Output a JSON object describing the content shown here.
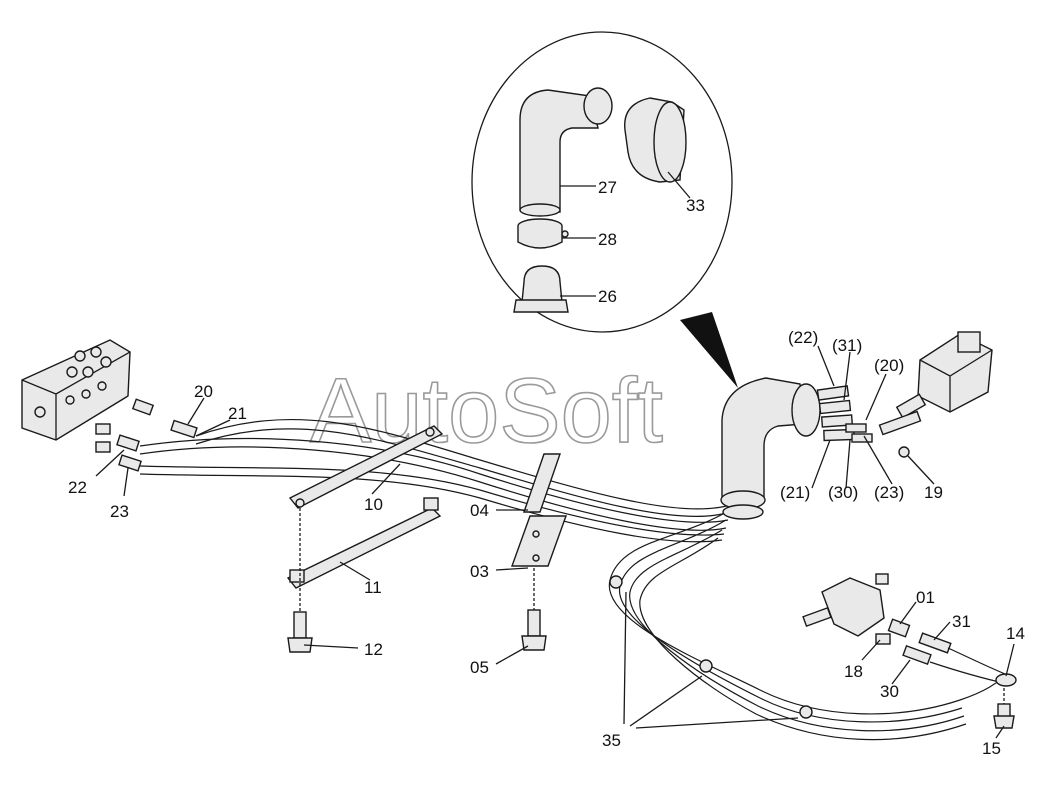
{
  "watermark": "AutoSoft",
  "callouts": {
    "c27": "27",
    "c33": "33",
    "c28": "28",
    "c26": "26",
    "c22a": "(22)",
    "c31a": "(31)",
    "c20a": "(20)",
    "c21a": "(21)",
    "c30a": "(30)",
    "c23a": "(23)",
    "c19": "19",
    "c20": "20",
    "c21": "21",
    "c22": "22",
    "c23": "23",
    "c10": "10",
    "c11": "11",
    "c12": "12",
    "c04": "04",
    "c03": "03",
    "c05": "05",
    "c01": "01",
    "c31": "31",
    "c14": "14",
    "c18": "18",
    "c30": "30",
    "c15": "15",
    "c35": "35"
  }
}
